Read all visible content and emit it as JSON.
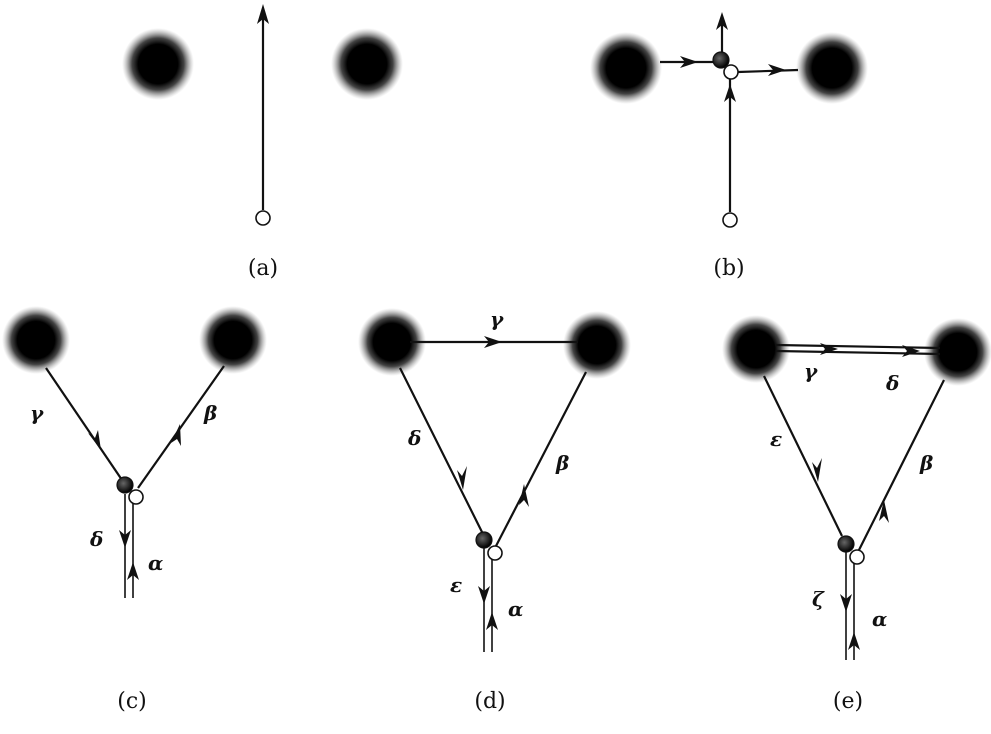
{
  "panels": {
    "a": {
      "label": "(a)"
    },
    "b": {
      "label": "(b)"
    },
    "c": {
      "label": "(c)",
      "greek": {
        "left_diag": "γ",
        "right_diag": "β",
        "down_left": "δ",
        "up_right": "α"
      }
    },
    "d": {
      "label": "(d)",
      "greek": {
        "top": "γ",
        "left_diag": "δ",
        "right_diag": "β",
        "down_left": "ε",
        "up_right": "α"
      }
    },
    "e": {
      "label": "(e)",
      "greek": {
        "top_left": "γ",
        "top_right": "δ",
        "left_diag": "ε",
        "right_diag": "β",
        "down_left": "ζ",
        "up_right": "α"
      }
    }
  },
  "colors": {
    "ink": "#111111",
    "background": "#ffffff"
  }
}
